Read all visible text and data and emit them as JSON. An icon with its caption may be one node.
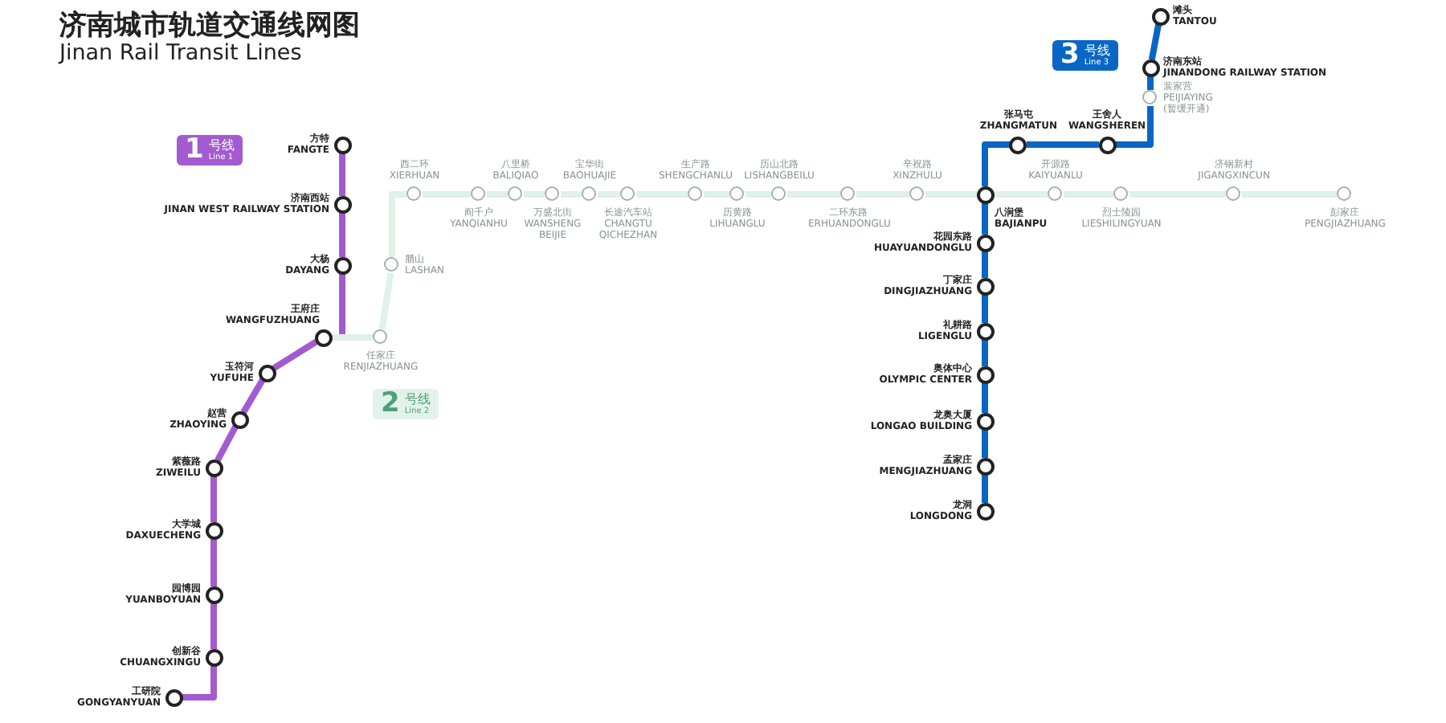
{
  "diagram": {
    "title": "济南城市轨道交通线网图",
    "nodes": [
      {
        "text": [],
        "shape": "circle",
        "beside": [
          "方特",
          "FANGTE"
        ]
      },
      {
        "text": [],
        "shape": "circle",
        "beside": [
          "济南西站",
          "JINAN WEST RAILWAY STATION"
        ]
      },
      {
        "text": [],
        "shape": "circle",
        "beside": [
          "大杨",
          "DAYANG"
        ]
      },
      {
        "text": [],
        "shape": "circle",
        "beside": [
          "王府庄",
          "WANGFUZHUANG"
        ]
      },
      {
        "text": [],
        "shape": "circle",
        "beside": [
          "玉符河",
          "YUFUHE"
        ]
      },
      {
        "text": [],
        "shape": "circle",
        "beside": [
          "赵营",
          "ZHAOYING"
        ]
      },
      {
        "text": [],
        "shape": "circle",
        "beside": [
          "紫薇路",
          "ZIWEILU"
        ]
      },
      {
        "text": [],
        "shape": "circle",
        "beside": [
          "大学城",
          "DAXUECHENG"
        ]
      },
      {
        "text": [],
        "shape": "circle",
        "beside": [
          "园博园",
          "YUANBOYUAN"
        ]
      },
      {
        "text": [],
        "shape": "circle",
        "beside": [
          "创新谷",
          "CHUANGXINGU"
        ]
      },
      {
        "text": [],
        "shape": "circle",
        "beside": [
          "工研院",
          "GONGYANYUAN"
        ]
      },
      {
        "text": [],
        "shape": "circle",
        "beside": [
          "任家庄",
          "RENJIAZHUANG"
        ]
      },
      {
        "text": [],
        "shape": "circle",
        "beside": [
          "腊山",
          "LASHAN"
        ]
      },
      {
        "text": [],
        "shape": "circle",
        "beside": [
          "西二环",
          "XIERHUAN"
        ]
      },
      {
        "text": [],
        "shape": "circle",
        "beside": [
          "阎千户",
          "YANQIANHU"
        ]
      },
      {
        "text": [],
        "shape": "circle",
        "beside": [
          "八里桥",
          "BALIQIAO"
        ]
      },
      {
        "text": [],
        "shape": "circle",
        "beside": [
          "万盛北街",
          "WANSHENG BEIJIE"
        ]
      },
      {
        "text": [],
        "shape": "circle",
        "beside": [
          "宝华街",
          "BAOHUAJIE"
        ]
      },
      {
        "text": [],
        "shape": "circle",
        "beside": [
          "长途汽车站",
          "CHANGTU QICHEZHAN"
        ]
      },
      {
        "text": [],
        "shape": "circle",
        "beside": [
          "生产路",
          "SHENGCHANLU"
        ]
      },
      {
        "text": [],
        "shape": "circle",
        "beside": [
          "历黄路",
          "LIHUANGLU"
        ]
      },
      {
        "text": [],
        "shape": "circle",
        "beside": [
          "历山北路",
          "LISHANGBEILU"
        ]
      },
      {
        "text": [],
        "shape": "circle",
        "beside": [
          "二环东路",
          "ERHUANDONGLU"
        ]
      },
      {
        "text": [],
        "shape": "circle",
        "beside": [
          "辛祝路",
          "XINZHULU"
        ]
      },
      {
        "text": [],
        "shape": "circle",
        "beside": [
          "八涧堡",
          "BAJIANPU"
        ]
      },
      {
        "text": [],
        "shape": "circle",
        "beside": [
          "开源路",
          "KAIYUANLU"
        ]
      },
      {
        "text": [],
        "shape": "circle",
        "beside": [
          "烈士陵园",
          "LIESHILINGYUAN"
        ]
      },
      {
        "text": [],
        "shape": "circle",
        "beside": [
          "济钢新村",
          "JIGANGXINCUN"
        ]
      },
      {
        "text": [],
        "shape": "circle",
        "beside": [
          "彭家庄",
          "PENGJIAZHUANG"
        ]
      },
      {
        "text": [],
        "shape": "circle",
        "beside": [
          "滩头",
          "TANTOU"
        ]
      },
      {
        "text": [],
        "shape": "circle",
        "beside": [
          "济南东站",
          "JINANDONG RAILWAY STATION"
        ]
      },
      {
        "text": [],
        "shape": "circle",
        "beside": [
          "裴家营",
          "PEIJIAYING",
          "(暂缓开通)"
        ]
      },
      {
        "text": [],
        "shape": "circle",
        "beside": [
          "张马屯",
          "ZHANGMATUN"
        ]
      },
      {
        "text": [],
        "shape": "circle",
        "beside": [
          "王舍人",
          "WANGSHEREN"
        ]
      },
      {
        "text": [],
        "shape": "circle",
        "beside": [
          "花园东路",
          "HUAYUANDONGLU"
        ]
      },
      {
        "text": [],
        "shape": "circle",
        "beside": [
          "丁家庄",
          "DINGJIAZHUANG"
        ]
      },
      {
        "text": [],
        "shape": "circle",
        "beside": [
          "礼耕路",
          "LIGENGLU"
        ]
      },
      {
        "text": [],
        "shape": "circle",
        "beside": [
          "奥体中心",
          "OLYMPIC CENTER"
        ]
      },
      {
        "text": [],
        "shape": "circle",
        "beside": [
          "龙奥大厦",
          "LONGAO BUILDING"
        ]
      },
      {
        "text": [],
        "shape": "circle",
        "beside": [
          "孟家庄",
          "MENGJIAZHUANG"
        ]
      },
      {
        "text": [],
        "shape": "circle",
        "beside": [
          "龙洞",
          "LONGDONG"
        ]
      }
    ],
    "edges": [
      {
        "from": 0,
        "to": 1,
        "arrow": "none",
        "color": "#a25bd1"
      },
      {
        "from": 1,
        "to": 2,
        "arrow": "none",
        "color": "#a25bd1"
      },
      {
        "from": 2,
        "to": 3,
        "arrow": "none",
        "color": "#a25bd1"
      },
      {
        "from": 3,
        "to": 4,
        "arrow": "none",
        "color": "#a25bd1"
      },
      {
        "from": 4,
        "to": 5,
        "arrow": "none",
        "color": "#a25bd1"
      },
      {
        "from": 5,
        "to": 6,
        "arrow": "none",
        "color": "#a25bd1"
      },
      {
        "from": 6,
        "to": 7,
        "arrow": "none",
        "color": "#a25bd1"
      },
      {
        "from": 7,
        "to": 8,
        "arrow": "none",
        "color": "#a25bd1"
      },
      {
        "from": 8,
        "to": 9,
        "arrow": "none",
        "color": "#a25bd1"
      },
      {
        "from": 9,
        "to": 10,
        "arrow": "none",
        "color": "#a25bd1"
      },
      {
        "from": 3,
        "to": 11,
        "arrow": "none"
      },
      {
        "from": 11,
        "to": 12,
        "arrow": "none"
      },
      {
        "from": 12,
        "to": 13,
        "arrow": "none"
      },
      {
        "from": 13,
        "to": 14,
        "arrow": "none"
      },
      {
        "from": 14,
        "to": 15,
        "arrow": "none"
      },
      {
        "from": 15,
        "to": 16,
        "arrow": "none"
      },
      {
        "from": 16,
        "to": 17,
        "arrow": "none"
      },
      {
        "from": 17,
        "to": 18,
        "arrow": "none"
      },
      {
        "from": 18,
        "to": 19,
        "arrow": "none"
      },
      {
        "from": 19,
        "to": 20,
        "arrow": "none"
      },
      {
        "from": 20,
        "to": 21,
        "arrow": "none"
      },
      {
        "from": 21,
        "to": 22,
        "arrow": "none"
      },
      {
        "from": 22,
        "to": 23,
        "arrow": "none"
      },
      {
        "from": 23,
        "to": 24,
        "arrow": "none"
      },
      {
        "from": 24,
        "to": 25,
        "arrow": "none"
      },
      {
        "from": 25,
        "to": 26,
        "arrow": "none"
      },
      {
        "from": 26,
        "to": 27,
        "arrow": "none"
      },
      {
        "from": 27,
        "to": 28,
        "arrow": "none"
      },
      {
        "from": 29,
        "to": 30,
        "arrow": "none",
        "color": "#0a66c4"
      },
      {
        "from": 30,
        "to": 31,
        "arrow": "none",
        "color": "#0a66c4"
      },
      {
        "from": 31,
        "to": 33,
        "arrow": "none",
        "color": "#0a66c4"
      },
      {
        "from": 33,
        "to": 32,
        "arrow": "none",
        "color": "#0a66c4"
      },
      {
        "from": 32,
        "to": 24,
        "arrow": "none",
        "color": "#0a66c4"
      },
      {
        "from": 24,
        "to": 34,
        "arrow": "none",
        "color": "#0a66c4"
      },
      {
        "from": 34,
        "to": 35,
        "arrow": "none",
        "color": "#0a66c4"
      },
      {
        "from": 35,
        "to": 36,
        "arrow": "none",
        "color": "#0a66c4"
      },
      {
        "from": 36,
        "to": 37,
        "arrow": "none",
        "color": "#0a66c4"
      },
      {
        "from": 37,
        "to": 38,
        "arrow": "none",
        "color": "#0a66c4"
      },
      {
        "from": 38,
        "to": 39,
        "arrow": "none",
        "color": "#0a66c4"
      },
      {
        "from": 39,
        "to": 40,
        "arrow": "none",
        "color": "#0a66c4"
      }
    ],
    "labels": [
      "Jinan Rail Transit Lines",
      "1",
      "号线",
      "Line 1",
      "2",
      "号线",
      "Line 2",
      "3",
      "号线",
      "Line 3"
    ]
  }
}
